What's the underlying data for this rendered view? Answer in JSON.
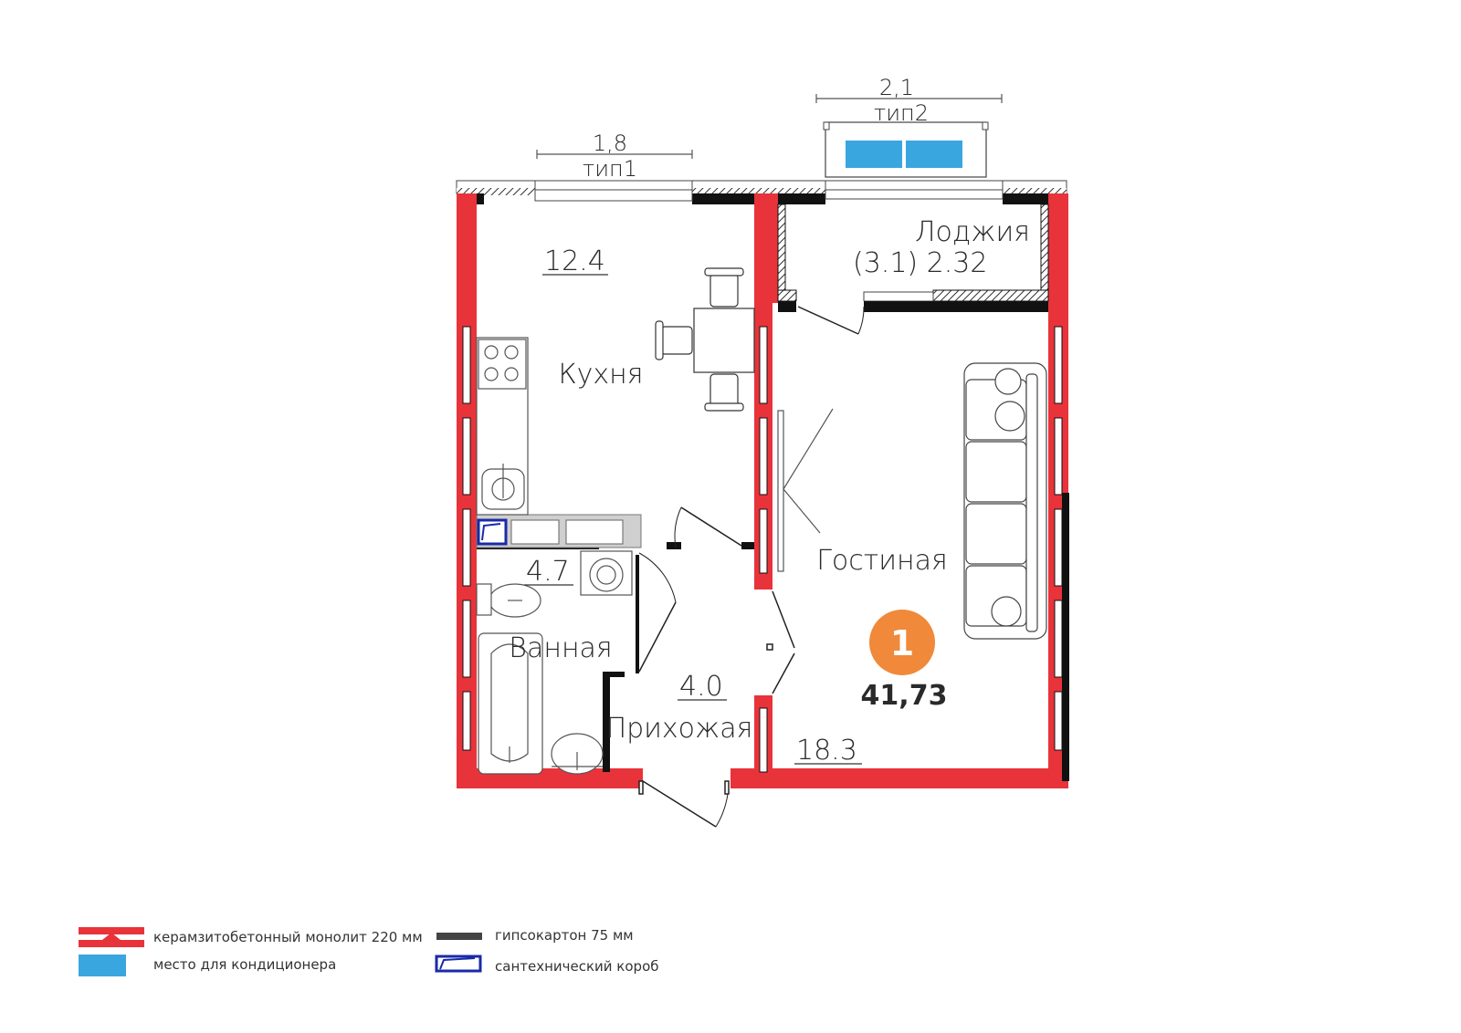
{
  "windows": {
    "w1": {
      "size": "1,8",
      "type": "тип1"
    },
    "w2": {
      "size": "2,1",
      "type": "тип2"
    }
  },
  "rooms": {
    "kitchen": {
      "name": "Кухня",
      "area": "12.4"
    },
    "loggia": {
      "name": "Лоджия",
      "area": "(3.1) 2.32"
    },
    "living": {
      "name": "Гостиная",
      "area": "18.3"
    },
    "bath": {
      "name": "Ванная",
      "area": "4.7"
    },
    "hall": {
      "name": "Прихожая",
      "area": "4.0"
    }
  },
  "apartment": {
    "rooms": "1",
    "total_area": "41,73"
  },
  "legend": {
    "concrete": "керамзитобетонный монолит 220 мм",
    "ac": "место для кондиционера",
    "drywall": "гипсокартон 75 мм",
    "plumbing": "сантехнический короб"
  },
  "colors": {
    "wall": "#e8333a",
    "ac": "#3aa6e0",
    "badge": "#f0893a",
    "plumbing": "#1a2aa8"
  }
}
